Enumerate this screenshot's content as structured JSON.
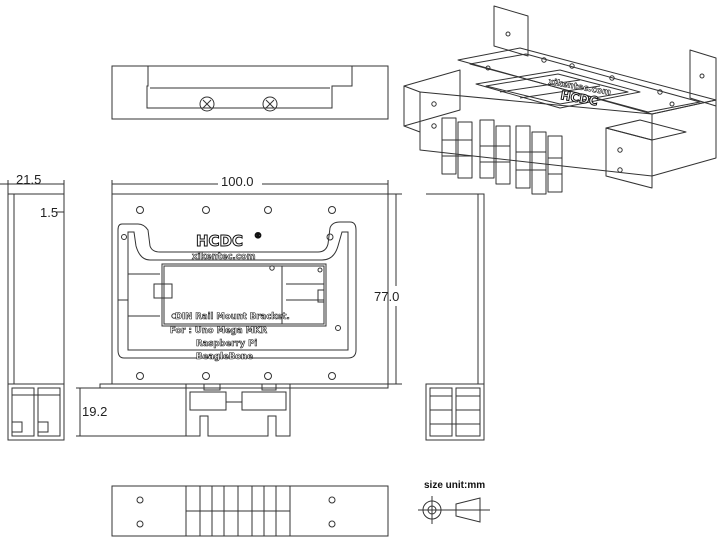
{
  "dimensions": {
    "side_width": "21.5",
    "side_thickness": "1.5",
    "front_width": "100.0",
    "front_height": "77.0",
    "rail_height": "19.2"
  },
  "plate": {
    "brand": "HCDC",
    "registered_mark": "®",
    "website": "xikentec.com",
    "title": "DIN Rail Mount Bracket.",
    "compat_1": "For : Uno Mega MKR",
    "compat_2": "Raspberry Pi",
    "compat_3": "BeagleBone"
  },
  "iso_view": {
    "brand": "HCDC",
    "website": "xikentec.com"
  },
  "legend": {
    "unit_label": "size unit:mm"
  }
}
